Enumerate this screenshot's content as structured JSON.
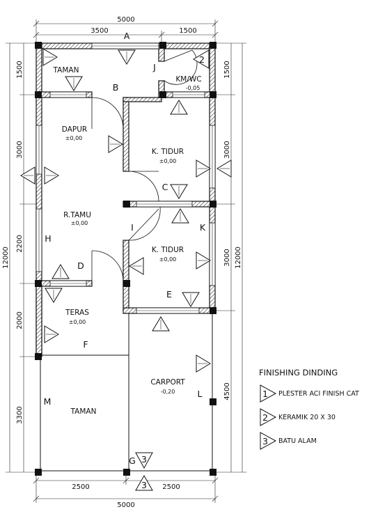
{
  "dimensions": {
    "top_total": "5000",
    "top_left": "3500",
    "top_right": "1500",
    "bottom_left": "2500",
    "bottom_right": "2500",
    "bottom_total": "5000",
    "left_total": "12000",
    "left_segments": [
      "1500",
      "3000",
      "2200",
      "2000",
      "3300"
    ],
    "right_total": "12000",
    "right_segments": [
      "1500",
      "3000",
      "3000",
      "4500"
    ]
  },
  "rooms": {
    "taman_top": "TAMAN",
    "kmwc": "KM/WC",
    "kmwc_level": "-0,05",
    "dapur": "DAPUR",
    "dapur_level": "±0,00",
    "ktidur1": "K. TIDUR",
    "ktidur1_level": "±0,00",
    "rtamu": "R.TAMU",
    "rtamu_level": "±0,00",
    "ktidur2": "K. TIDUR",
    "ktidur2_level": "±0,00",
    "teras": "TERAS",
    "teras_level": "±0,00",
    "carport": "CARPORT",
    "carport_level": "-0,20",
    "taman_bottom": "TAMAN"
  },
  "letters": {
    "A": "A",
    "B": "B",
    "C": "C",
    "D": "D",
    "E": "E",
    "F": "F",
    "G": "G",
    "H": "H",
    "I": "I",
    "J": "J",
    "K": "K",
    "L": "L",
    "M": "M"
  },
  "markers": {
    "m1": "1",
    "m2": "2",
    "m3": "3"
  },
  "legend": {
    "title": "FINISHING DINDING",
    "items": [
      {
        "num": "1",
        "label": "PLESTER ACI FINISH CAT"
      },
      {
        "num": "2",
        "label": "KERAMIK 20 X 30"
      },
      {
        "num": "3",
        "label": "BATU ALAM"
      }
    ]
  }
}
